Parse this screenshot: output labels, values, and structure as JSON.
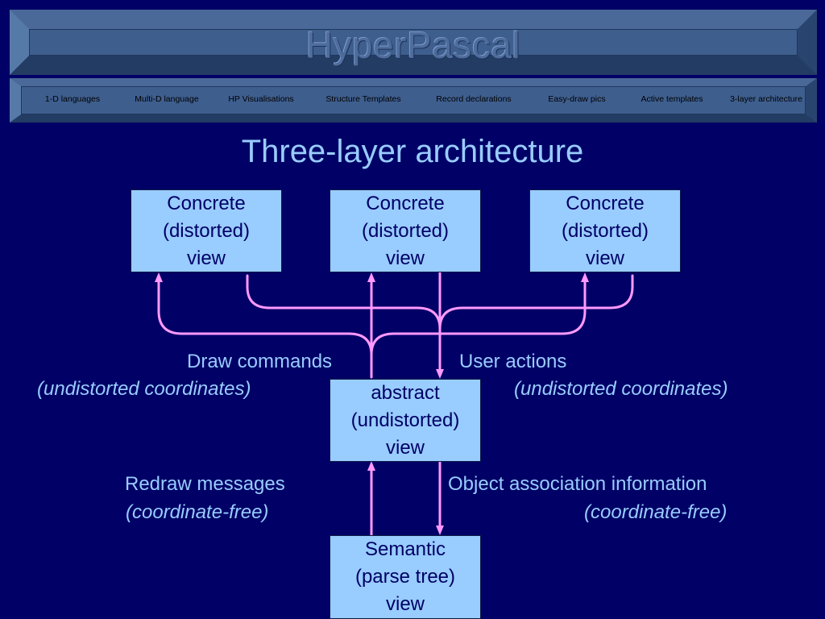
{
  "app_title": "HyperPascal",
  "nav": {
    "items": [
      "1-D languages",
      "Multi-D language",
      "HP Visualisations",
      "Structure Templates",
      "Record declarations",
      "Easy-draw pics",
      "Active templates",
      "3-layer architecture"
    ]
  },
  "page_title": "Three-layer architecture",
  "diagram": {
    "concrete_views": [
      [
        "Concrete",
        "(distorted)",
        "view"
      ],
      [
        "Concrete",
        "(distorted)",
        "view"
      ],
      [
        "Concrete",
        "(distorted)",
        "view"
      ]
    ],
    "abstract_view": [
      "abstract",
      "(undistorted)",
      "view"
    ],
    "semantic_view": [
      "Semantic",
      "(parse tree)",
      "view"
    ],
    "draw_commands": "Draw commands",
    "draw_commands_note": "(undistorted coordinates)",
    "user_actions": "User actions",
    "user_actions_note": "(undistorted coordinates)",
    "redraw_messages": "Redraw messages",
    "redraw_messages_note": "(coordinate-free)",
    "object_association": "Object association information",
    "object_association_note": "(coordinate-free)"
  },
  "colors": {
    "background": "#000066",
    "box_fill": "#99ccff",
    "text_light": "#99ccff",
    "connector": "#ff99ff"
  }
}
